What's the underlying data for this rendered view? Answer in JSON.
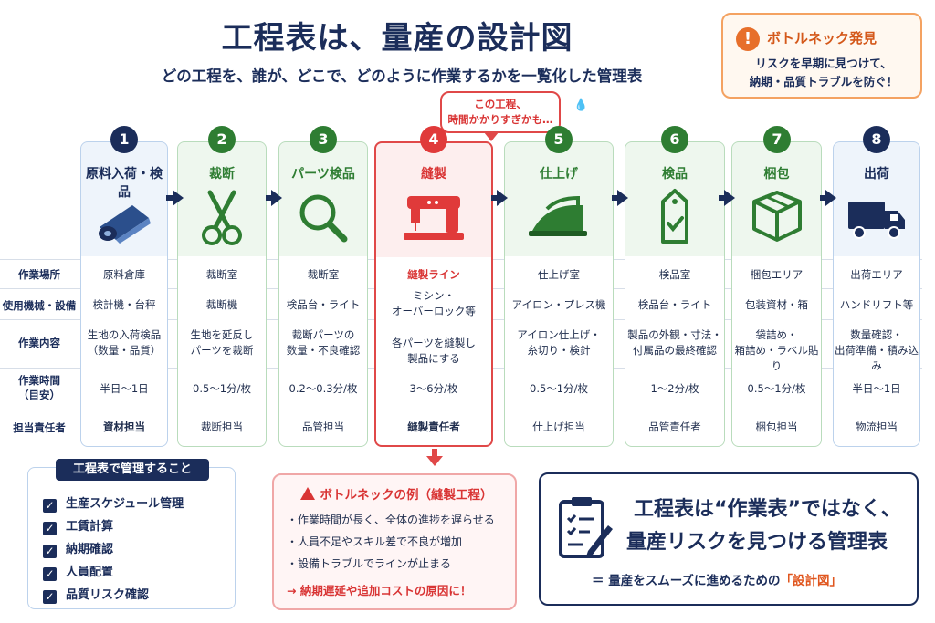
{
  "title": "工程表は、量産の設計図",
  "subtitle": "どの工程を、誰が、どこで、どのように作業するかを一覧化した管理表",
  "discover": {
    "badge": "!",
    "title": "ボトルネック発見",
    "line1": "リスクを早期に見つけて、",
    "line2": "納期・品質トラブルを防ぐ！"
  },
  "bubble": {
    "line1": "この工程、",
    "line2": "時間かかりすぎかも…"
  },
  "row_labels": {
    "place": "作業場所",
    "machine": "使用機械・設備",
    "content": "作業内容",
    "time_l1": "作業時間",
    "time_l2": "（目安）",
    "owner": "担当責任者"
  },
  "steps": [
    {
      "num": "1",
      "name": "原料入荷・検品",
      "icon": "fabric-roll-icon",
      "place": "原料倉庫",
      "machine": "検計機・台秤",
      "content_l1": "生地の入荷検品",
      "content_l2": "（数量・品質）",
      "time": "半日〜1日",
      "owner": "資材担当"
    },
    {
      "num": "2",
      "name": "裁断",
      "icon": "scissors-icon",
      "place": "裁断室",
      "machine": "裁断機",
      "content_l1": "生地を延反し",
      "content_l2": "パーツを裁断",
      "time": "0.5〜1分/枚",
      "owner": "裁断担当"
    },
    {
      "num": "3",
      "name": "パーツ検品",
      "icon": "magnifier-icon",
      "place": "裁断室",
      "machine": "検品台・ライト",
      "content_l1": "裁断パーツの",
      "content_l2": "数量・不良確認",
      "time": "0.2〜0.3分/枚",
      "owner": "品管担当"
    },
    {
      "num": "4",
      "name": "縫製",
      "icon": "sewing-machine-icon",
      "place": "縫製ライン",
      "machine_l1": "ミシン・",
      "machine_l2": "オーバーロック等",
      "content_l1": "各パーツを縫製し",
      "content_l2": "製品にする",
      "time": "3〜6分/枚",
      "owner": "縫製責任者"
    },
    {
      "num": "5",
      "name": "仕上げ",
      "icon": "iron-icon",
      "place": "仕上げ室",
      "machine": "アイロン・プレス機",
      "content_l1": "アイロン仕上げ・",
      "content_l2": "糸切り・検針",
      "time": "0.5〜1分/枚",
      "owner": "仕上げ担当"
    },
    {
      "num": "6",
      "name": "検品",
      "icon": "tag-check-icon",
      "place": "検品室",
      "machine": "検品台・ライト",
      "content_l1": "製品の外観・寸法・",
      "content_l2": "付属品の最終確認",
      "time": "1〜2分/枚",
      "owner": "品管責任者"
    },
    {
      "num": "7",
      "name": "梱包",
      "icon": "box-icon",
      "place": "梱包エリア",
      "machine": "包装資材・箱",
      "content_l1": "袋詰め・",
      "content_l2": "箱詰め・ラベル貼り",
      "time": "0.5〜1分/枚",
      "owner": "梱包担当"
    },
    {
      "num": "8",
      "name": "出荷",
      "icon": "truck-icon",
      "place": "出荷エリア",
      "machine": "ハンドリフト等",
      "content_l1": "数量確認・",
      "content_l2": "出荷準備・積み込み",
      "time": "半日〜1日",
      "owner": "物流担当"
    }
  ],
  "manage": {
    "title": "工程表で管理すること",
    "items": [
      "生産スケジュール管理",
      "工賃計算",
      "納期確認",
      "人員配置",
      "品質リスク確認"
    ]
  },
  "example": {
    "title": "ボトルネックの例（縫製工程）",
    "bullets": [
      "・作業時間が長く、全体の進捗を遅らせる",
      "・人員不足やスキル差で不良が増加",
      "・設備トラブルでラインが止まる"
    ],
    "conclusion": "→ 納期遅延や追加コストの原因に！"
  },
  "key": {
    "line1": "工程表は“作業表”ではなく、",
    "line2": "量産リスクを見つける管理表",
    "line3_prefix": "＝ 量産をスムーズに進めるための",
    "line3_highlight": "「設計図」"
  }
}
